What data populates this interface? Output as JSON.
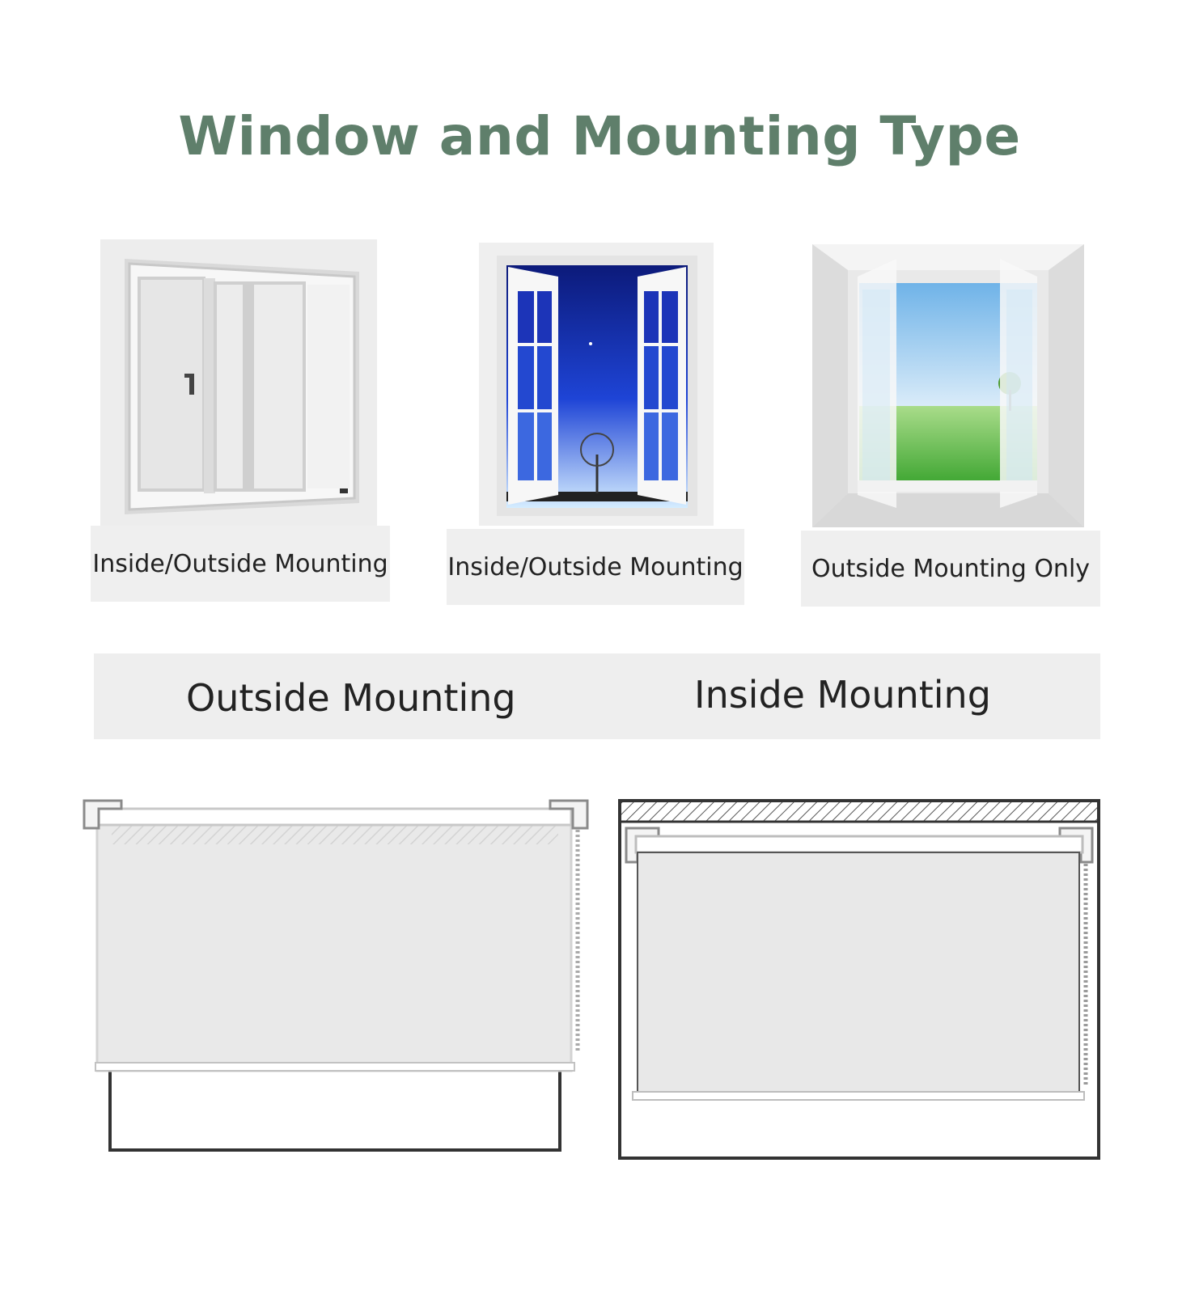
{
  "title": "Window and Mounting Type",
  "colors": {
    "title": "#5f7f6b",
    "label_bg": "#efefef",
    "band_bg": "#eeeeee",
    "text": "#222222"
  },
  "window_types": [
    {
      "image": "sliding-window-photo",
      "label": "Inside/Outside Mounting"
    },
    {
      "image": "casement-night-window-photo",
      "label": "Inside/Outside Mounting"
    },
    {
      "image": "open-casement-meadow-window-photo",
      "label": "Outside Mounting Only"
    }
  ],
  "mounting_headings": {
    "outside": "Outside Mounting",
    "inside": "Inside Mounting"
  },
  "diagrams": [
    {
      "name": "outside-mount-roller-blind-diagram"
    },
    {
      "name": "inside-mount-roller-blind-diagram"
    }
  ]
}
